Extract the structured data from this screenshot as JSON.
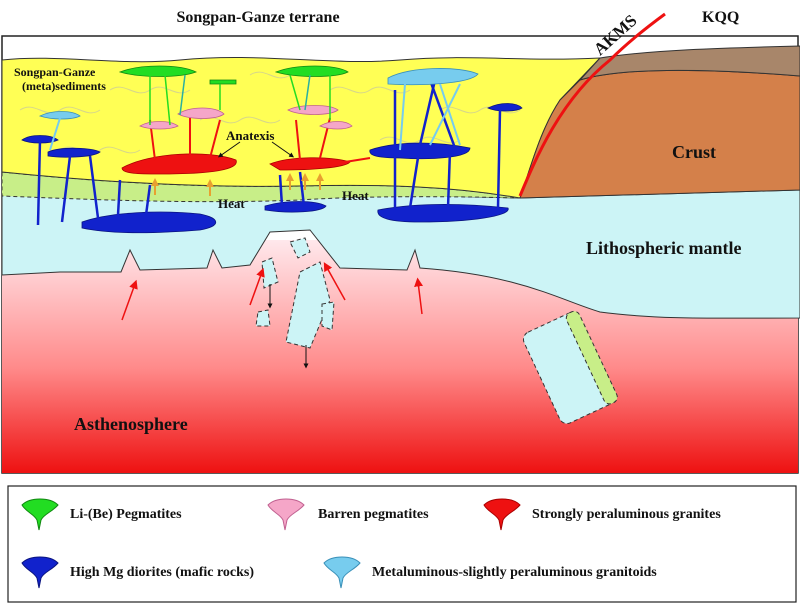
{
  "labels": {
    "terrane": "Songpan-Ganze terrane",
    "sediments_line1": "Songpan-Ganze",
    "sediments_line2": "(meta)sediments",
    "akms": "AKMS",
    "kqq": "KQQ",
    "crust": "Crust",
    "lithospheric_mantle": "Lithospheric mantle",
    "asthenosphere": "Asthenosphere",
    "anatexis": "Anatexis",
    "heat_left": "Heat",
    "heat_right": "Heat"
  },
  "legend": {
    "items": [
      {
        "label": "Li-(Be) Pegmatites",
        "color": "#22dd22",
        "icon": "li-be-pegmatite-icon"
      },
      {
        "label": "Barren pegmatites",
        "color": "#f5a6c8",
        "icon": "barren-pegmatite-icon"
      },
      {
        "label": "Strongly peraluminous granites",
        "color": "#ee1111",
        "icon": "peraluminous-granite-icon"
      },
      {
        "label": "High Mg diorites (mafic rocks)",
        "color": "#1122cc",
        "icon": "high-mg-diorite-icon"
      },
      {
        "label": "Metaluminous-slightly peraluminous granitoids",
        "color": "#77ccee",
        "icon": "metaluminous-granitoid-icon"
      }
    ]
  },
  "colors": {
    "sediments": "#ffff55",
    "lower_crust_band": "#c8ee88",
    "mantle": "#ccf4f6",
    "asthenosphere_top": "#ffe8ec",
    "asthenosphere_bottom": "#ee1111",
    "crust": "#d4804a",
    "upper_crust": "#a8866a",
    "fault": "#ee1111"
  }
}
